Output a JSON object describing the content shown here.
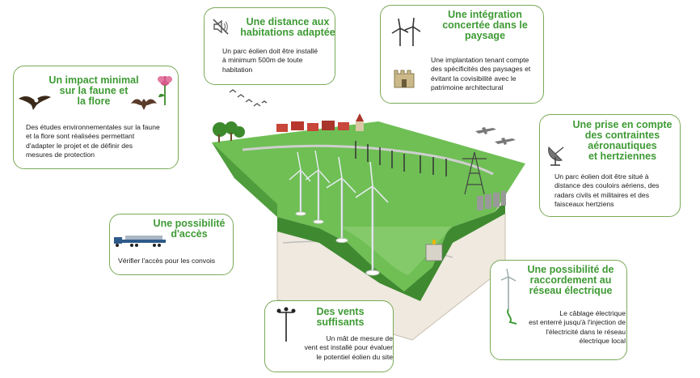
{
  "cards": {
    "distance": {
      "title_1": "Une distance aux",
      "title_2": "habitations adaptée",
      "body": [
        "Un parc éolien doit être installé",
        "à minimum 500m de toute",
        "habitation"
      ]
    },
    "paysage": {
      "title_1": "Une intégration",
      "title_2": "concertée dans le",
      "title_3": "paysage",
      "body": [
        "Une implantation tenant compte",
        "des spécificités des paysages  et",
        "évitant la covisibilité avec le",
        "patrimoine architectural"
      ]
    },
    "faune": {
      "title_1": "Un impact minimal",
      "title_2": "sur la faune et",
      "title_3": "la flore",
      "body": [
        "Des études environnementales sur la faune",
        "et la flore sont réalisées permettant",
        "d'adapter le projet et de définir des",
        "mesures de protection"
      ]
    },
    "aero": {
      "title_1": "Une prise en compte",
      "title_2": "des contraintes",
      "title_3": "aéronautiques",
      "title_4": "et hertziennes",
      "body": [
        "Un parc éolien doit être situé à",
        "distance des couloirs aériens, des",
        "radars civils et militaires et des",
        "faisceaux hertziens"
      ]
    },
    "acces": {
      "title_1": "Une possibilité",
      "title_2": "d'accès",
      "body": [
        "Vérifier l'accès pour les convois"
      ]
    },
    "raccordement": {
      "title_1": "Une possibilité de",
      "title_2": "raccordement au",
      "title_3": "réseau électrique",
      "body": [
        "Le câblage électrique",
        "est enterré jusqu'à l'injection de",
        "l'électricité dans le réseau",
        "électrique local"
      ]
    },
    "vents": {
      "title_1": "Des vents",
      "title_2": "suffisants",
      "body": [
        "Un mât de mesure de",
        "vent est installé pour évaluer",
        "le potentiel éolien du site"
      ]
    }
  },
  "colors": {
    "title_green": "#3e9a34",
    "border_green": "#7aaa58",
    "grass": "#5db14a",
    "soil": "#e8e1d6"
  },
  "icons": [
    "no-sound-icon",
    "wind-turbines-icon",
    "castle-icon",
    "eagle-icon",
    "flower-icon",
    "bat-icon",
    "radar-dish-icon",
    "truck-convoy-icon",
    "cable-turbine-icon",
    "anemometer-icon"
  ]
}
